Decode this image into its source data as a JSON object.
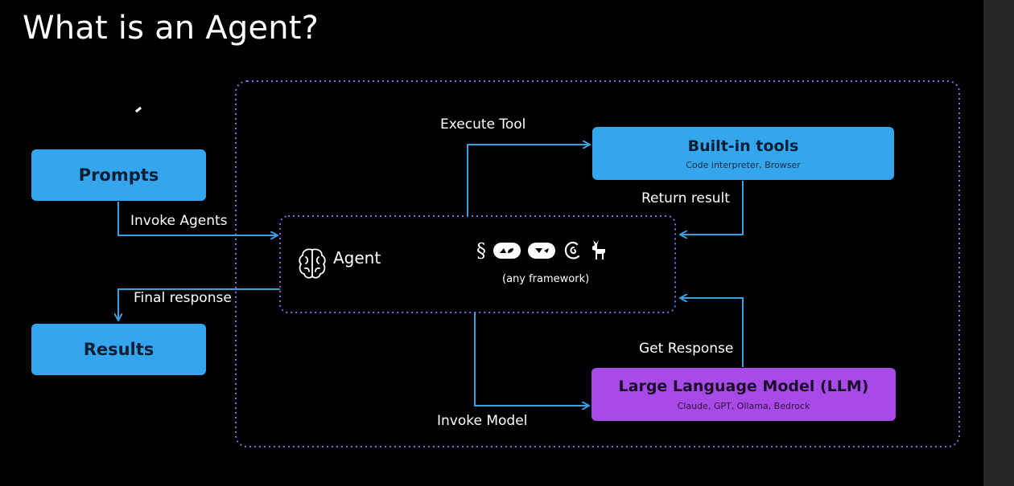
{
  "slide": {
    "title": "What is an Agent?"
  },
  "nodes": {
    "prompts": "Prompts",
    "results": "Results",
    "builtin_tools": {
      "title": "Built-in tools",
      "subtitle": "Code interpreter, Browser"
    },
    "llm": {
      "title": "Large Language Model (LLM)",
      "subtitle": "Claude, GPT, Ollama, Bedrock"
    },
    "agent": {
      "title": "Agent",
      "framework_note": "(any framework)"
    }
  },
  "edges": {
    "invoke_agents": "Invoke Agents",
    "final_response": "Final response",
    "execute_tool": "Execute Tool",
    "return_result": "Return result",
    "get_response": "Get Response",
    "invoke_model": "Invoke Model"
  },
  "icons": [
    "brain-icon",
    "section-sign-icon",
    "framework-pill-icon",
    "framework-pill-icon",
    "c-swirl-icon",
    "llama-icon"
  ],
  "colors": {
    "box_blue": "#33a6ee",
    "box_purple": "#a84ae8",
    "arrow_blue": "#3b9fe0",
    "dotted_purple": "#8a6ce0",
    "background": "#000000"
  }
}
